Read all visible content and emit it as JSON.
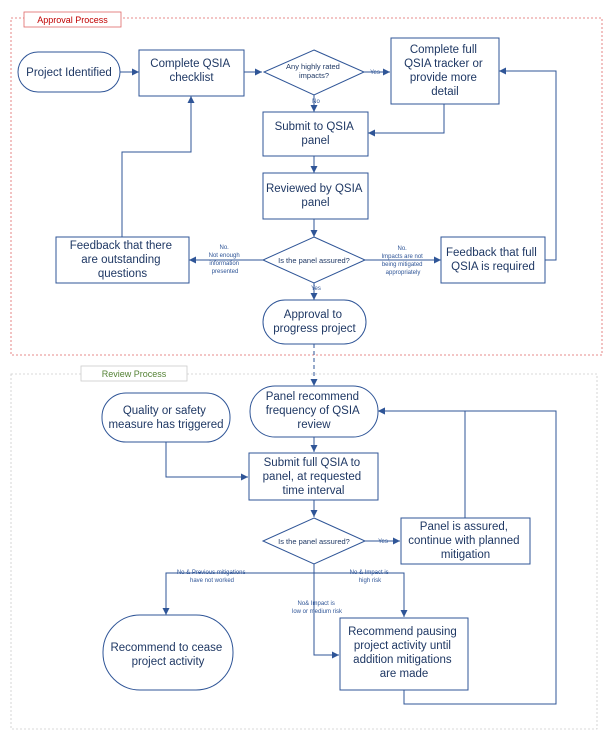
{
  "colors": {
    "shape_stroke": "#2f5597",
    "text": "#1f3864",
    "approval_border": "#e06666",
    "approval_label": "#c00000",
    "review_border": "#cccccc",
    "review_label": "#548235"
  },
  "approval": {
    "title": "Approval Process",
    "project_identified": "Project Identified",
    "complete_checklist": [
      "Complete QSIA",
      "checklist"
    ],
    "impacts_decision": [
      "Any highly rated",
      "impacts?"
    ],
    "impacts_yes": "Yes",
    "impacts_no": "No",
    "complete_full": [
      "Complete full",
      "QSIA tracker or",
      "provide more",
      "detail"
    ],
    "submit_panel": [
      "Submit to QSIA",
      "panel"
    ],
    "reviewed_panel": [
      "Reviewed by QSIA",
      "panel"
    ],
    "assured_decision": "Is the panel assured?",
    "assured_yes": "Yes",
    "no_info": [
      "No.",
      "Not enough",
      "information",
      "presented"
    ],
    "no_mitigated": [
      "No.",
      "Impacts are not",
      "being mitigated",
      "appropriately"
    ],
    "feedback_questions": [
      "Feedback that there",
      "are outstanding",
      "questions"
    ],
    "feedback_full": [
      "Feedback that full",
      "QSIA is required"
    ],
    "approval_progress": [
      "Approval to",
      "progress project"
    ]
  },
  "review": {
    "title": "Review Process",
    "panel_recommend": [
      "Panel recommend",
      "frequency of QSIA",
      "review"
    ],
    "quality_trigger": [
      "Quality or safety",
      "measure has triggered"
    ],
    "submit_full": [
      "Submit full QSIA to",
      "panel, at requested",
      "time interval"
    ],
    "assured_decision": "Is the panel assured?",
    "assured_yes": "Yes",
    "panel_assured": [
      "Panel is assured,",
      "continue with planned",
      "mitigation"
    ],
    "no_previous": [
      "No & Previous mitigations",
      "have not worked"
    ],
    "no_high": [
      "No & Impact is",
      "high risk"
    ],
    "no_low": [
      "No& Impact is",
      "low or medium risk"
    ],
    "recommend_cease": [
      "Recommend to cease",
      "project activity"
    ],
    "recommend_pause": [
      "Recommend pausing",
      "project activity until",
      "addition mitigations",
      "are made"
    ]
  }
}
